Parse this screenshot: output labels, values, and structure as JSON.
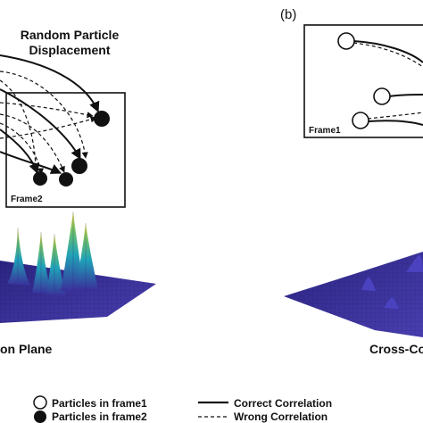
{
  "panel_a": {
    "title_line1": "Random Particle",
    "title_line2": "Displacement",
    "frame_label": "Frame2",
    "plane_label": "on Plane"
  },
  "panel_b": {
    "tag": "(b)",
    "frame_label": "Frame1",
    "plane_label": "Cross-Co"
  },
  "legend": {
    "frame1_particles": "Particles in frame1",
    "frame2_particles": "Particles in frame2",
    "correct": "Correct Correlation",
    "wrong": "Wrong Correlation"
  },
  "colors": {
    "ink": "#111111",
    "surface_base": "#3a2f9a",
    "peak_mid": "#1fa2b8",
    "peak_top": "#f2e23a"
  }
}
